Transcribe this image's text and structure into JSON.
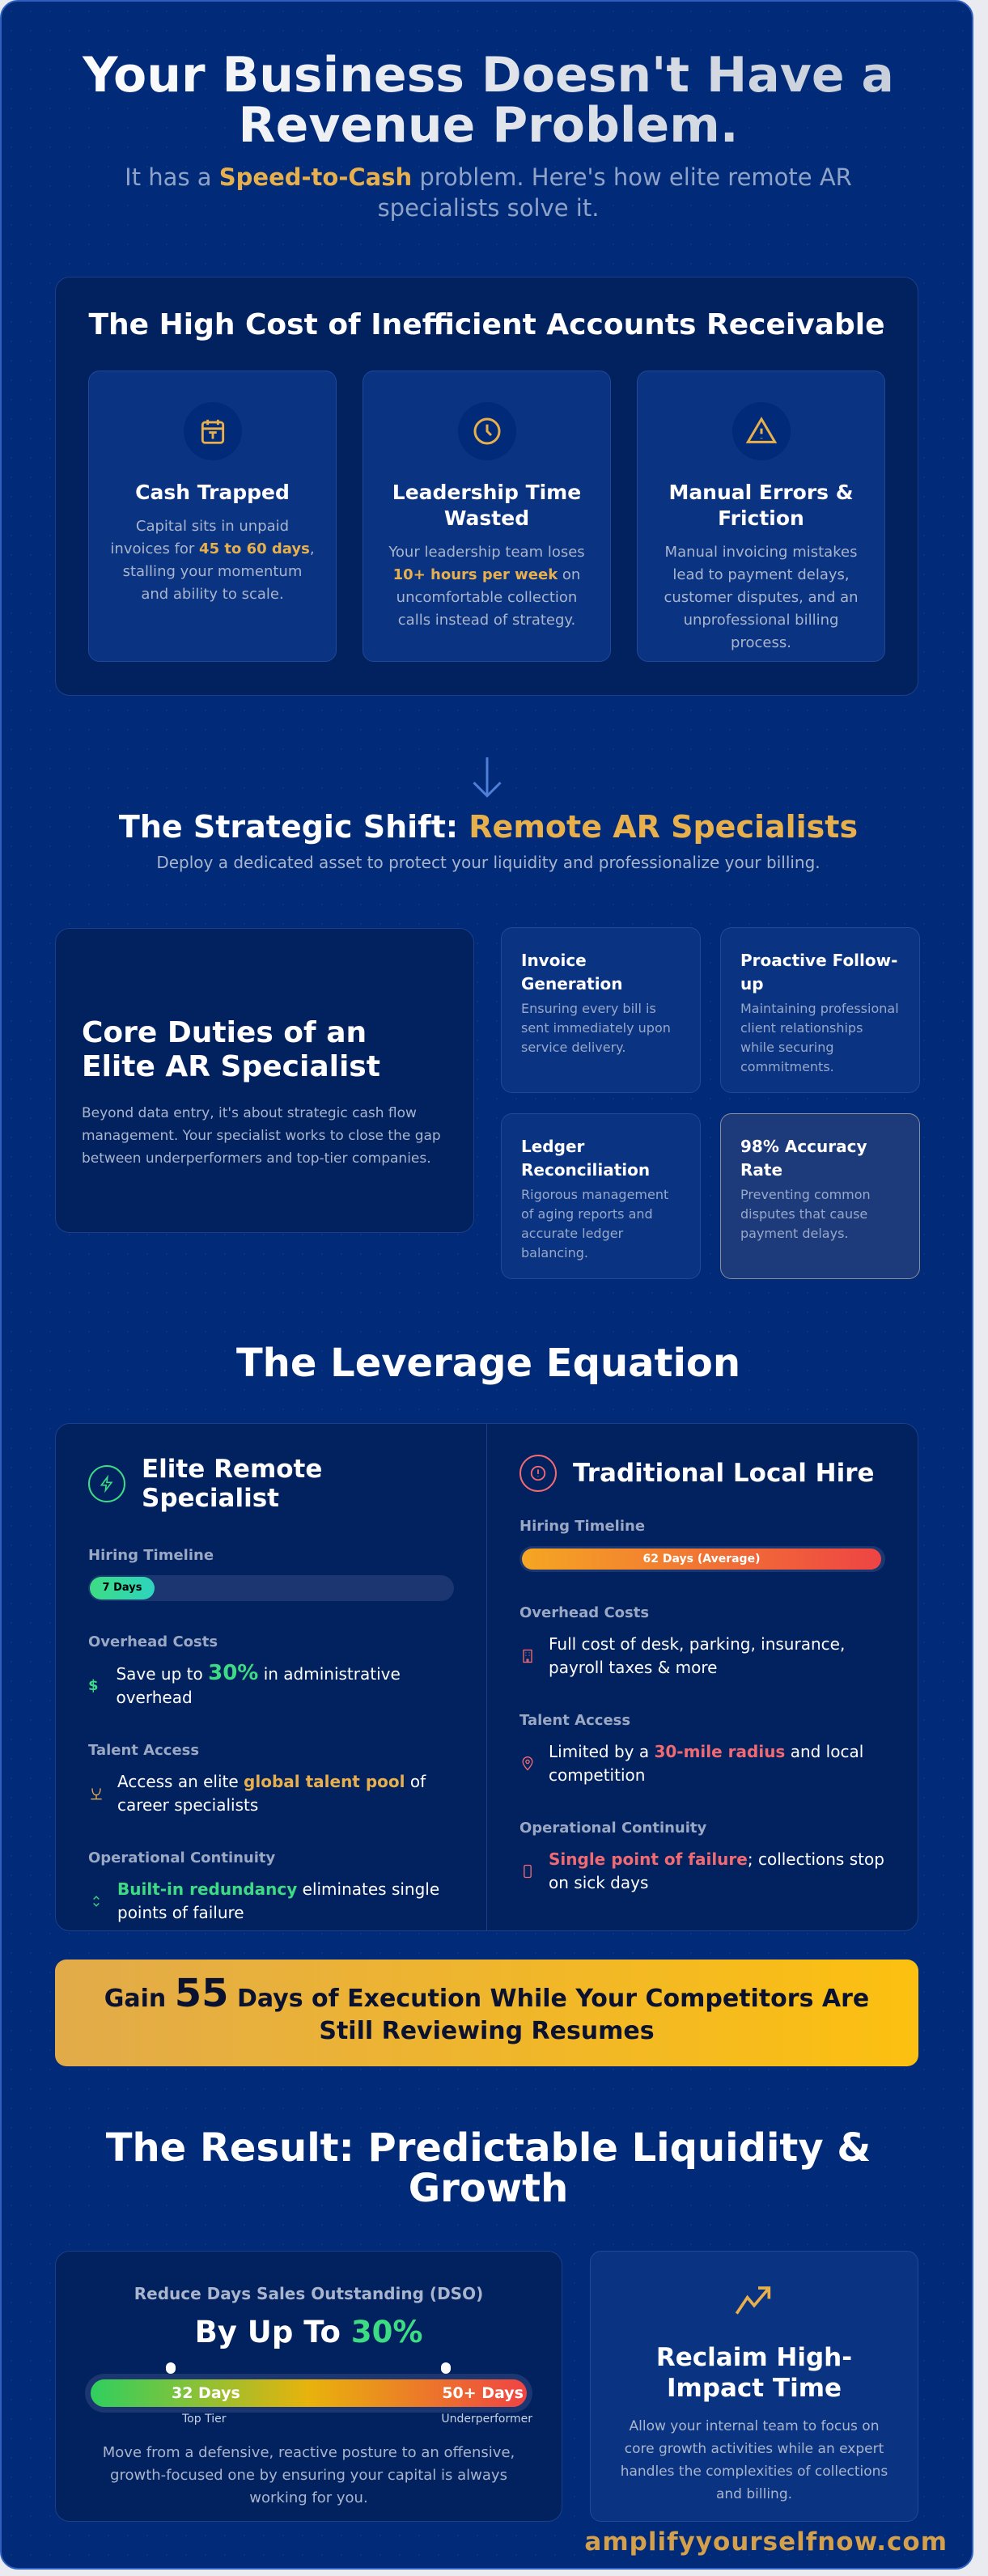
{
  "hero": {
    "title": "Your Business Doesn't Have a Revenue Problem.",
    "subtitle_pre": "It has a ",
    "subtitle_highlight": "Speed-to-Cash",
    "subtitle_post": " problem. Here's how elite remote AR specialists solve it."
  },
  "cost": {
    "title": "The High Cost of Inefficient Accounts Receivable",
    "cards": [
      {
        "icon": "calendar-icon",
        "title": "Cash Trapped",
        "pre": "Capital sits in unpaid invoices for ",
        "hl": "45 to 60 days",
        "post": ", stalling your momentum and ability to scale."
      },
      {
        "icon": "clock-icon",
        "title": "Leadership Time Wasted",
        "pre": "Your leadership team loses ",
        "hl": "10+ hours per week",
        "post": " on uncomfortable collection calls instead of strategy."
      },
      {
        "icon": "warning-icon",
        "title": "Manual Errors & Friction",
        "pre": "Manual invoicing mistakes lead to payment delays, customer disputes, and an unprofessional billing process.",
        "hl": "",
        "post": ""
      }
    ]
  },
  "shift": {
    "title_pre": "The Strategic Shift: ",
    "title_hl": "Remote AR Specialists",
    "subtitle": "Deploy a dedicated asset to protect your liquidity and professionalize your billing."
  },
  "duties": {
    "title": "Core Duties of an Elite AR Specialist",
    "desc": "Beyond data entry, it's about strategic cash flow management. Your specialist works to close the gap between underperformers and top-tier companies.",
    "items": [
      {
        "title": "Invoice Generation",
        "desc": "Ensuring every bill is sent immediately upon service delivery."
      },
      {
        "title": "Proactive Follow-up",
        "desc": "Maintaining professional client relationships while securing commitments."
      },
      {
        "title": "Ledger Reconciliation",
        "desc": "Rigorous management of aging reports and accurate ledger balancing."
      },
      {
        "title": "98% Accuracy Rate",
        "desc": "Preventing common disputes that cause payment delays."
      }
    ]
  },
  "leverage": {
    "title": "The Leverage Equation",
    "elite": {
      "title": "Elite Remote Specialist",
      "timeline_label": "Hiring Timeline",
      "timeline_value": "7 Days",
      "timeline_days": 7,
      "overhead_label": "Overhead Costs",
      "overhead_pre": "Save up to ",
      "overhead_hl": "30%",
      "overhead_post": " in administrative overhead",
      "talent_label": "Talent Access",
      "talent_pre": "Access an elite ",
      "talent_hl": "global talent pool",
      "talent_post": " of career specialists",
      "cont_label": "Operational Continuity",
      "cont_hl": "Built-in redundancy",
      "cont_post": " eliminates single points of failure"
    },
    "local": {
      "title": "Traditional Local Hire",
      "timeline_label": "Hiring Timeline",
      "timeline_value": "62 Days (Average)",
      "timeline_days": 62,
      "overhead_label": "Overhead Costs",
      "overhead_text": "Full cost of desk, parking, insurance, payroll taxes & more",
      "talent_label": "Talent Access",
      "talent_pre": "Limited by a ",
      "talent_hl": "30-mile radius",
      "talent_post": " and local competition",
      "cont_label": "Operational Continuity",
      "cont_hl": "Single point of failure",
      "cont_post": "; collections stop on sick days"
    }
  },
  "banner": {
    "pre": "Gain ",
    "num": "55",
    "post": " Days of Execution While Your Competitors Are Still Reviewing Resumes"
  },
  "result": {
    "title": "The Result: Predictable Liquidity & Growth",
    "dso": {
      "label": "Reduce Days Sales Outstanding (DSO)",
      "big_pre": "By Up To ",
      "big_hl": "30%",
      "left_value": "32 Days",
      "left_caption": "Top Tier",
      "right_value": "50+ Days",
      "right_caption": "Underperformer",
      "desc": "Move from a defensive, reactive posture to an offensive, growth-focused one by ensuring your capital is always working for you."
    },
    "reclaim": {
      "title": "Reclaim High-Impact Time",
      "desc": "Allow your internal team to focus on core growth activities while an expert handles the complexities of collections and billing."
    }
  },
  "footer": {
    "brand": "amplifyyourselfnow.com"
  },
  "colors": {
    "background": "#012a78",
    "gold": "#e8b04c",
    "green": "#3ddc84",
    "red": "#f06a72",
    "banner": "#f2b82a"
  }
}
